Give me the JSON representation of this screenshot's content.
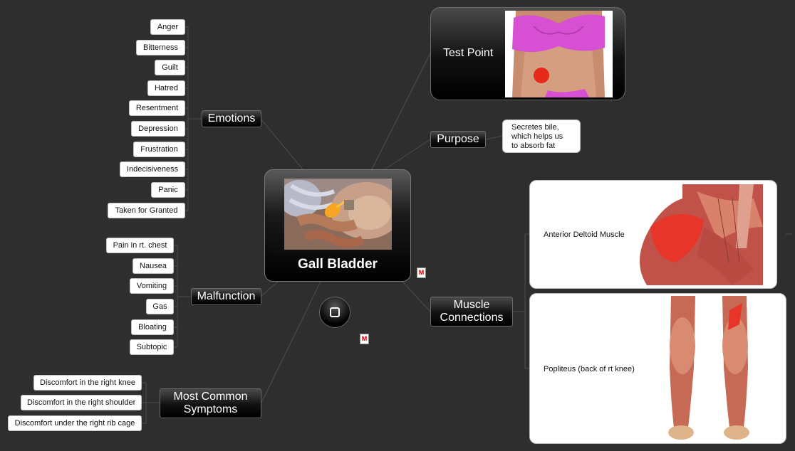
{
  "central": {
    "title": "Gall Bladder"
  },
  "emotions": {
    "label": "Emotions",
    "items": [
      "Anger",
      "Bitterness",
      "Guilt",
      "Hatred",
      "Resentment",
      "Depression",
      "Frustration",
      "Indecisiveness",
      "Panic",
      "Taken for Granted"
    ]
  },
  "malfunction": {
    "label": "Malfunction",
    "items": [
      "Pain in rt. chest",
      "Nausea",
      "Vomiting",
      "Gas",
      "Bloating",
      "Subtopic"
    ]
  },
  "symptoms": {
    "label_line1": "Most Common",
    "label_line2": "Symptoms",
    "items": [
      "Discomfort in the right knee",
      "Discomfort in the right shoulder",
      "Discomfort under the right rib cage"
    ]
  },
  "test_point": {
    "label": "Test Point"
  },
  "purpose": {
    "label": "Purpose",
    "note_line1": "Secretes bile,",
    "note_line2": "which helps us",
    "note_line3": "to absorb fat"
  },
  "muscle": {
    "label_line1": "Muscle",
    "label_line2": "Connections",
    "card1_label": "Anterior Deltoid Muscle",
    "card2_label": "Popliteus (back of rt knee)"
  },
  "icons": {
    "attachment": "attachment-icon",
    "floating": "floating-topic-icon"
  },
  "colors": {
    "background": "#2e2e2e",
    "topic_fill": "#000000",
    "leaf_fill": "#ffffff"
  }
}
